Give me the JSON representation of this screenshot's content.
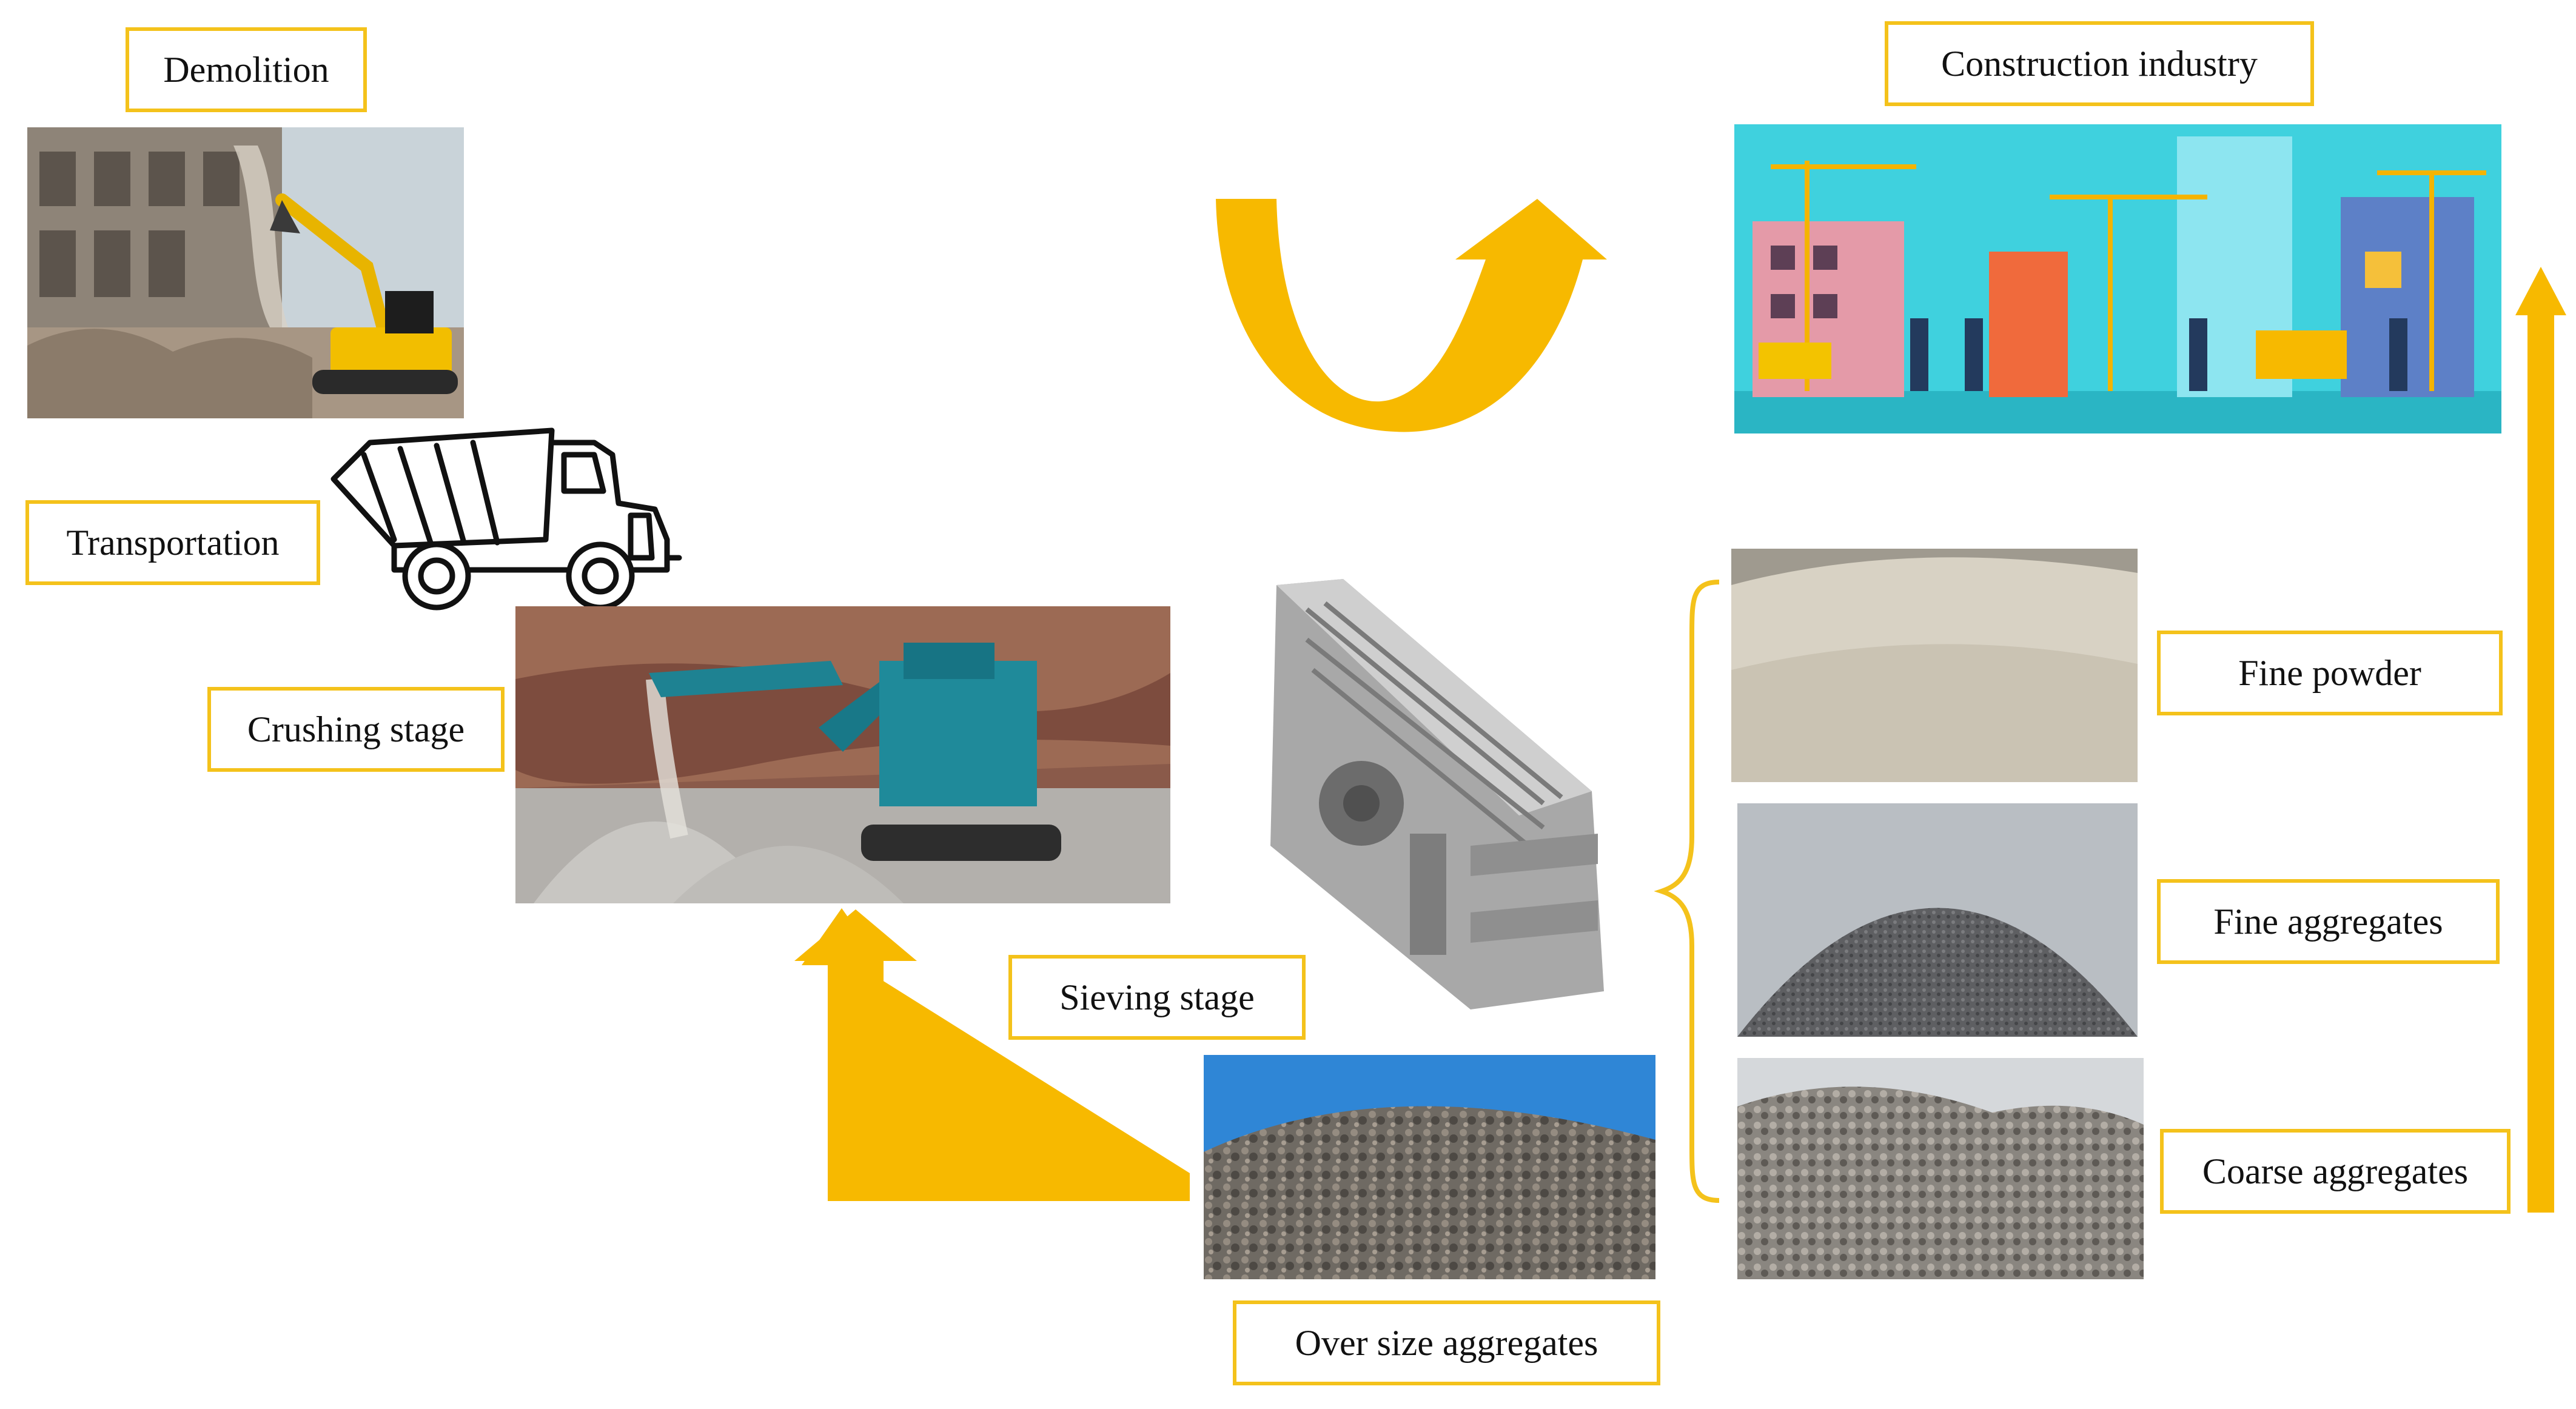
{
  "labels": {
    "demolition": "Demolition",
    "transportation": "Transportation",
    "crushing": "Crushing stage",
    "sieving": "Sieving stage",
    "oversize": "Over size aggregates",
    "construction": "Construction industry",
    "fine_powder": "Fine powder",
    "fine_aggregates": "Fine aggregates",
    "coarse_aggregates": "Coarse aggregates"
  },
  "colors": {
    "arrow": "#f7b900",
    "label_border": "#f4c21b"
  }
}
